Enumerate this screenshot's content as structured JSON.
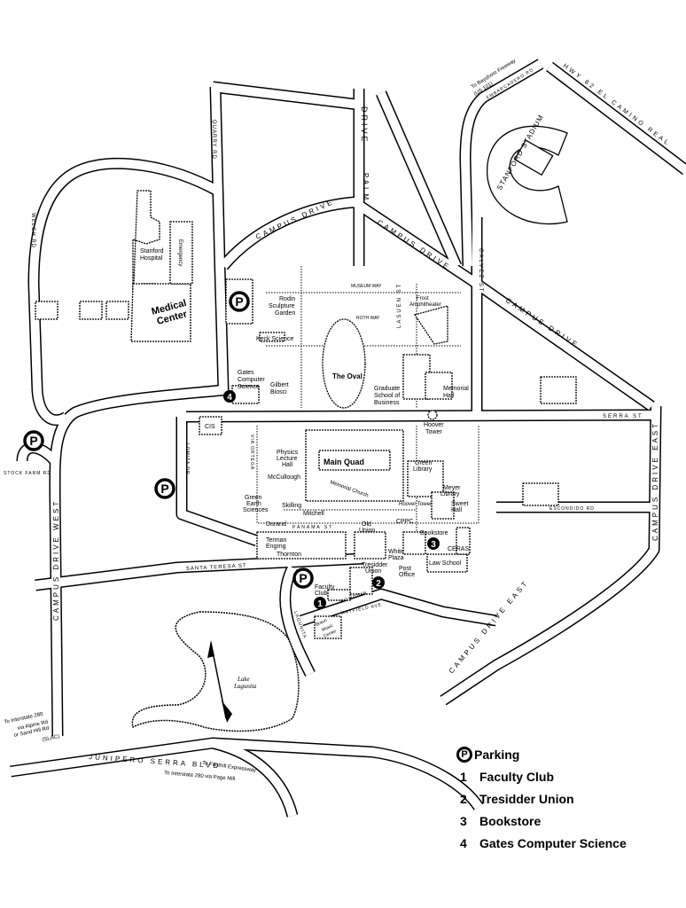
{
  "roads": {
    "campus_drive": "CAMPUS DRIVE",
    "campus_drive_2": "CAMPUS DRIVE",
    "campus_drive_3": "CAMPUS DRIVE",
    "campus_drive_west": "CAMPUS DRIVE WEST",
    "campus_drive_east_1": "CAMPUS DRIVE EAST",
    "campus_drive_east_2": "CAMPUS DRIVE EAST",
    "palm_drive": "PALM",
    "palm_drive_2": "DRIVE",
    "quarry_rd": "QUARRY RD",
    "welch_rd": "WELCH RD",
    "stock_farm_rd": "STOCK FARM RD",
    "santa_teresa": "SANTA TERESA ST",
    "junipero_serra": "JUNIPERO SERRA BLVD",
    "serra_st": "SERRA ST",
    "escondido": "ESCONDIDO RD",
    "el_camino": "HWY 82  EL CAMINO REAL",
    "embarcadero": "EMBARCADERO RD",
    "lasuen": "LASUEN ST",
    "galvez": "GALVEZ ST",
    "museum_way": "MUSEUM WAY",
    "roth_way": "ROTH WAY",
    "lomita": "LOMITA DR",
    "mayfield": "MAYFIELD AVE",
    "bowdoin": "BOWDOIN",
    "panama": "PANAMA ST",
    "via_ortega": "VIA ORTEGA",
    "lagunita": "LAGUNITA"
  },
  "directions": {
    "bayshore": "To Bayshore Freeway",
    "bayshore_2": "(US 101)",
    "i280_1": "To Interstate 280",
    "i280_2": "via Alpine Rd",
    "i280_3": "or Sand Hill Rd",
    "i280_4": "(SLAC)",
    "foothill": "To Foothill Expressway",
    "pagemill": "To Interstate 280 via Page Mill"
  },
  "places": {
    "stadium": "STANFORD STADIUM",
    "hospital_1": "Stanford",
    "hospital_2": "Hospital",
    "emergency": "Emergency",
    "medical_1": "Medical",
    "medical_2": "Center",
    "rodin_1": "Rodin",
    "rodin_2": "Sculpture",
    "rodin_3": "Garden",
    "keck": "Keck Science",
    "gates_1": "Gates",
    "gates_2": "Computer",
    "gates_3": "Science",
    "gilbert_1": "Gilbert",
    "gilbert_2": "Biosci",
    "oval": "The Oval",
    "frost_1": "Frost",
    "frost_2": "Amphitheater",
    "gsb_1": "Graduate",
    "gsb_2": "School of",
    "gsb_3": "Business",
    "memorial_hall_1": "Memorial",
    "memorial_hall_2": "Hall",
    "hoover_1": "Hoover",
    "hoover_2": "Tower",
    "cis": "CIS",
    "main_quad": "Main Quad",
    "memorial_church": "Memorial Church",
    "physics_1": "Physics",
    "physics_2": "Lecture",
    "physics_3": "Hall",
    "mccullough": "McCullough",
    "green_earth_1": "Green",
    "green_earth_2": "Earth",
    "green_earth_3": "Sciences",
    "skilling": "Skilling",
    "durand": "Durand",
    "mitchell": "Mitchell",
    "terman_1": "Terman",
    "terman_2": "Engrng",
    "thornton": "Thornton",
    "old_union_1": "Old",
    "old_union_2": "Union",
    "white_plaza_1": "White",
    "white_plaza_2": "Plaza",
    "tresidder_1": "Tresidder",
    "tresidder_2": "Union",
    "post_office_1": "Post",
    "post_office_2": "Office",
    "bookstore": "Bookstore",
    "ceras": "CERAS",
    "law_school": "Law School",
    "green_library_1": "Green",
    "green_library_2": "Library",
    "meyer_1": "Meyer",
    "meyer_2": "Library",
    "sweet_1": "Sweet",
    "sweet_2": "Hall",
    "hoover_pav": "Hoover Tower",
    "cppc": "CPPC",
    "faculty_club_1": "Faculty",
    "faculty_club_2": "Club",
    "braun_1": "Braun",
    "braun_2": "Music",
    "braun_3": "Center",
    "lake_1": "Lake",
    "lake_2": "Lagunita"
  },
  "markers": {
    "parking_symbol": "P",
    "n1": "1",
    "n2": "2",
    "n3": "3",
    "n4": "4"
  },
  "legend": {
    "parking_symbol": "P",
    "parking": "Parking",
    "items": [
      {
        "num": "1",
        "label": "Faculty Club"
      },
      {
        "num": "2",
        "label": "Tresidder Union"
      },
      {
        "num": "3",
        "label": "Bookstore"
      },
      {
        "num": "4",
        "label": "Gates Computer Science"
      }
    ]
  }
}
